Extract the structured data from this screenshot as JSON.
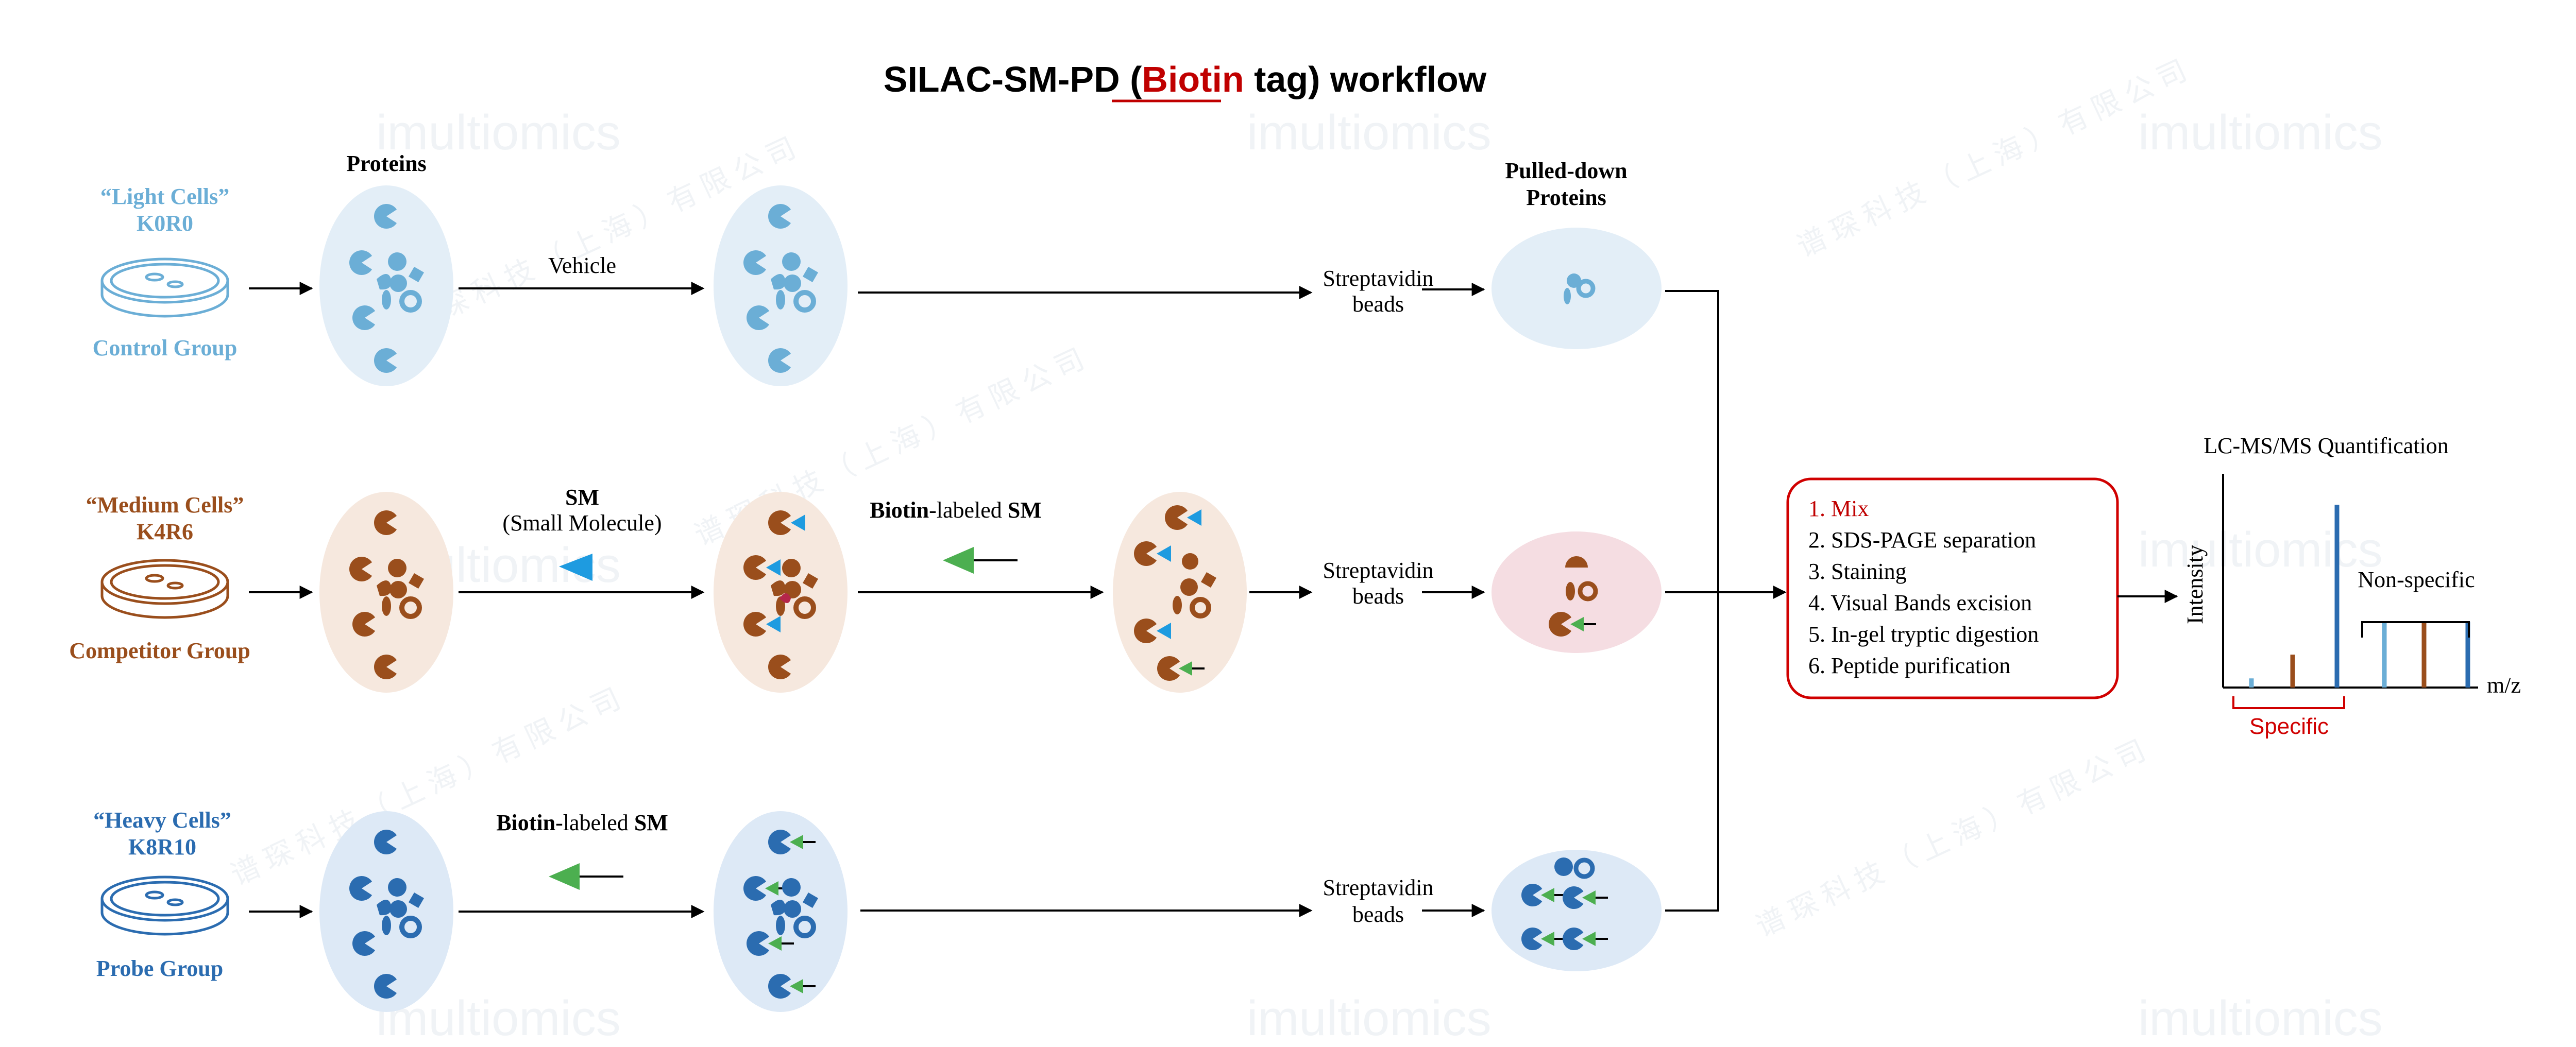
{
  "title": {
    "prefix": "SILAC-SM-PD (",
    "highlight": "Biotin",
    "suffix": " tag) workflow"
  },
  "colors": {
    "light": "#6baed6",
    "light_fill": "#e3eef7",
    "medium": "#9a4e1c",
    "medium_fill": "#f6e8de",
    "heavy": "#2b6cb0",
    "heavy_fill": "#dde9f6",
    "pulled_pink": "#f5dde2",
    "smallmol_blue": "#1e9be0",
    "biotin_green": "#4caf50",
    "accent_red": "#c00000",
    "watermark": "#e4e9ee"
  },
  "headers": {
    "proteins": "Proteins",
    "pulled_down_line1": "Pulled-down",
    "pulled_down_line2": "Proteins"
  },
  "groups": [
    {
      "id": "light",
      "name": "“Light Cells”",
      "label": "K0R0",
      "group": "Control Group"
    },
    {
      "id": "medium",
      "name": "“Medium Cells”",
      "label": "K4R6",
      "group": "Competitor Group"
    },
    {
      "id": "heavy",
      "name": "“Heavy Cells”",
      "label": "K8R10",
      "group": "Probe Group"
    }
  ],
  "treatments": {
    "vehicle": "Vehicle",
    "sm_bold": "SM",
    "sm_sub": "(Small Molecule)",
    "biotin_bold": "Biotin",
    "labeled": "-labeled ",
    "sm": "SM"
  },
  "beads_line1": "Streptavidin",
  "beads_line2": "beads",
  "steps": [
    "1.  Mix",
    "2.  SDS-PAGE separation",
    "3.  Staining",
    "4.  Visual Bands excision",
    "5.  In-gel tryptic digestion",
    "6.  Peptide purification"
  ],
  "chart_data": {
    "type": "bar",
    "title": "LC-MS/MS Quantification",
    "xlabel": "m/z",
    "ylabel": "Intensity",
    "annotations": [
      "Non-specific",
      "Specific"
    ],
    "bars": [
      {
        "group": "Specific",
        "channel": "light",
        "value": 0.05
      },
      {
        "group": "Specific",
        "channel": "medium",
        "value": 0.18
      },
      {
        "group": "Specific",
        "channel": "heavy",
        "value": 1.0
      },
      {
        "group": "Non-specific",
        "channel": "light",
        "value": 0.36
      },
      {
        "group": "Non-specific",
        "channel": "medium",
        "value": 0.36
      },
      {
        "group": "Non-specific",
        "channel": "heavy",
        "value": 0.36
      }
    ]
  },
  "watermark": {
    "brand": "imultiomics",
    "cn": "谱 琛 科 技 （ 上 海 ） 有 限 公 司"
  }
}
